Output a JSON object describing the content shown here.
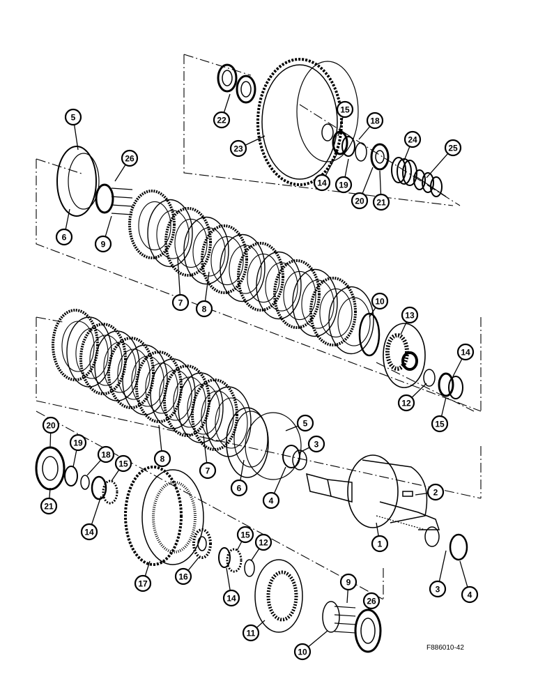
{
  "figure_ref": "F886010-42",
  "callouts": {
    "c5a": "5",
    "c26a": "26",
    "c6a": "6",
    "c9a": "9",
    "c22": "22",
    "c23": "23",
    "c15a": "15",
    "c18a": "18",
    "c14a": "14",
    "c19a": "19",
    "c20a": "20",
    "c21a": "21",
    "c24": "24",
    "c25": "25",
    "c7a": "7",
    "c8a": "8",
    "c10a": "10",
    "c13": "13",
    "c14b": "14",
    "c12a": "12",
    "c15b": "15",
    "c8b": "8",
    "c7b": "7",
    "c6b": "6",
    "c5b": "5",
    "c3a": "3",
    "c4a": "4",
    "c2": "2",
    "c1": "1",
    "c3b": "3",
    "c4b": "4",
    "c20b": "20",
    "c19b": "19",
    "c18b": "18",
    "c15c": "15",
    "c21b": "21",
    "c14c": "14",
    "c17": "17",
    "c16": "16",
    "c15d": "15",
    "c12b": "12",
    "c14d": "14",
    "c11": "11",
    "c9b": "9",
    "c26b": "26",
    "c10b": "10"
  }
}
